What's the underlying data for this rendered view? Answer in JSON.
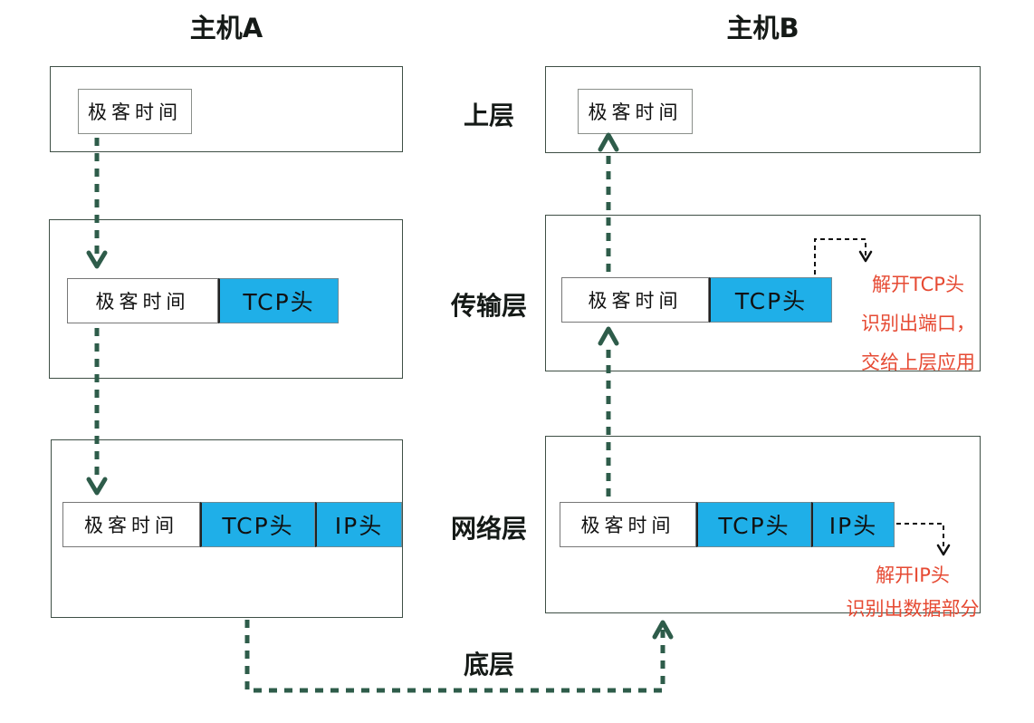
{
  "diagram_title": "TCP/IP encapsulation and decapsulation between two hosts",
  "hosts": {
    "a": {
      "title": "主机A"
    },
    "b": {
      "title": "主机B"
    }
  },
  "layers": {
    "upper": "上层",
    "transport": "传输层",
    "network": "网络层",
    "bottom": "底层"
  },
  "packet_labels": {
    "payload": "极客时间",
    "tcp_header": "TCP头",
    "ip_header": "IP头"
  },
  "annotations": {
    "tcp_note": [
      "解开TCP头",
      "识别出端口，",
      "交给上层应用"
    ],
    "ip_note": [
      "解开IP头",
      "识别出数据部分"
    ]
  },
  "colors": {
    "header_blue": "#1fafe8",
    "arrow_green": "#2e5c4a",
    "note_red": "#e64a33",
    "note_black": "#111111",
    "box_border": "#3e4f45"
  }
}
